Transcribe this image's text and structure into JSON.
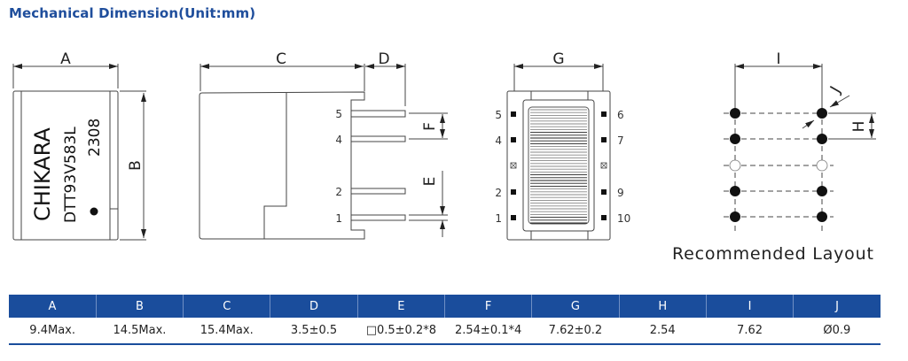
{
  "title": "Mechanical Dimension(Unit:mm)",
  "component_marking": {
    "brand": "CHIKARA",
    "part_number": "DTT93V583L",
    "date_code": "2308"
  },
  "dimension_letters": {
    "a": "A",
    "b": "B",
    "c": "C",
    "d": "D",
    "e": "E",
    "f": "F",
    "g": "G",
    "h": "H",
    "i": "I",
    "j": "J"
  },
  "side_view_pins": [
    "5",
    "4",
    "2",
    "1"
  ],
  "bottom_view_pins": {
    "left": [
      "5",
      "4",
      "",
      "2",
      "1"
    ],
    "right": [
      "6",
      "7",
      "",
      "9",
      "10"
    ]
  },
  "layout_caption": "Recommended Layout",
  "table": {
    "headers": [
      "A",
      "B",
      "C",
      "D",
      "E",
      "F",
      "G",
      "H",
      "I",
      "J"
    ],
    "values": [
      "9.4Max.",
      "14.5Max.",
      "15.4Max.",
      "3.5±0.5",
      "□0.5±0.2*8",
      "2.54±0.1*4",
      "7.62±0.2",
      "2.54",
      "7.62",
      "Ø0.9"
    ]
  },
  "colors": {
    "brand_blue": "#1a4d9c",
    "title_blue": "#1f4e9c",
    "line": "#333333"
  }
}
